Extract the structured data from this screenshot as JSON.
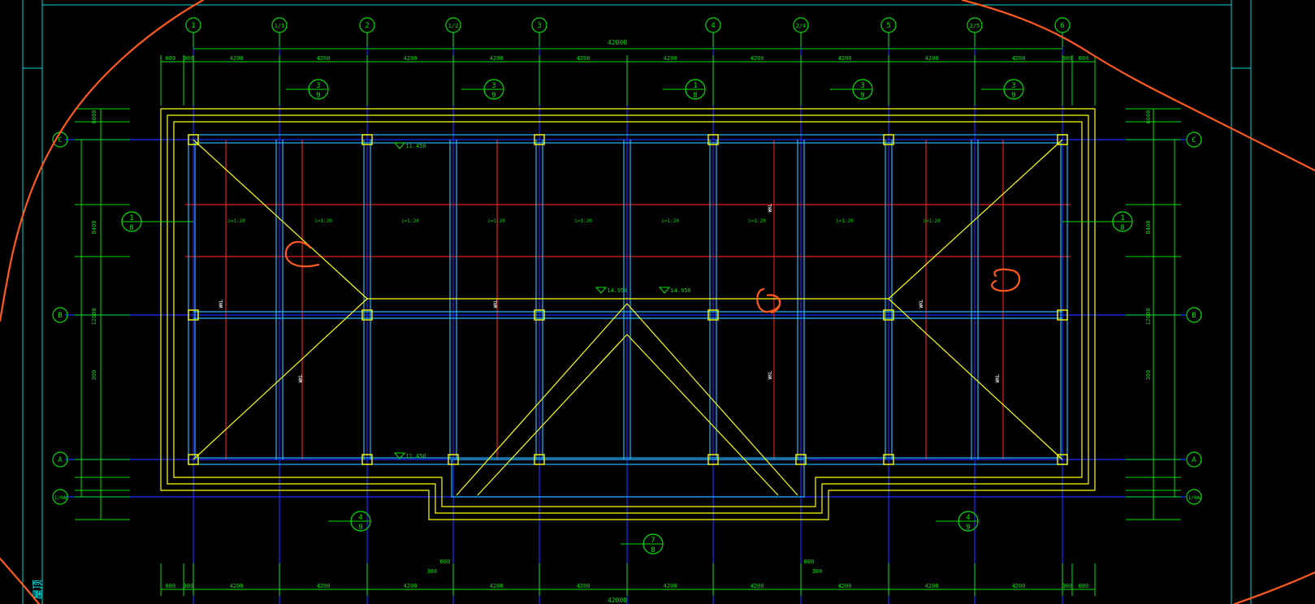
{
  "drawing": {
    "title": "屋顶",
    "overall_dim": "42000",
    "colors": {
      "background": "#000000",
      "grid_line": "#1a2cff",
      "dimension": "#00e000",
      "roof_outline": "#ffff00",
      "beam_cyan": "#22b6ff",
      "beam_red": "#e31e1e",
      "frame_cyan": "#00d6d6",
      "markup_orange": "#ff5a1f"
    },
    "vertical_axes": [
      {
        "id": "ax1",
        "label": "1"
      },
      {
        "id": "ax11",
        "label": "1/1"
      },
      {
        "id": "ax2",
        "label": "2"
      },
      {
        "id": "ax12",
        "label": "1/2"
      },
      {
        "id": "ax3",
        "label": "3"
      },
      {
        "id": "ax4",
        "label": "4"
      },
      {
        "id": "ax24",
        "label": "2/4"
      },
      {
        "id": "ax5",
        "label": "5"
      },
      {
        "id": "ax25",
        "label": "2/5"
      },
      {
        "id": "ax6",
        "label": "6"
      }
    ],
    "horizontal_axes": [
      {
        "id": "axC",
        "label": "C"
      },
      {
        "id": "axB",
        "label": "B"
      },
      {
        "id": "axA",
        "label": "A"
      },
      {
        "id": "ax0A",
        "label": "1/0A"
      }
    ],
    "dims_top": [
      "600",
      "300",
      "4200",
      "4200",
      "4200",
      "4200",
      "4200",
      "4200",
      "4200",
      "4200",
      "4200",
      "4200",
      "300",
      "600"
    ],
    "dims_bottom": [
      "600",
      "300",
      "4200",
      "4200",
      "4200",
      "4200",
      "4200",
      "4200",
      "4200",
      "4200",
      "4200",
      "4200",
      "300",
      "600"
    ],
    "dims_small": [
      "600",
      "600",
      "300",
      "300"
    ],
    "side_dims_left": [
      "6000",
      "8400",
      "12600",
      "300"
    ],
    "side_dims_right": [
      "6000",
      "8400",
      "12600",
      "300"
    ],
    "elevations": [
      "11.450",
      "11.450",
      "14.950",
      "14.950"
    ],
    "detail_callouts": [
      {
        "top": "3",
        "bottom": "9"
      },
      {
        "top": "3",
        "bottom": "9"
      },
      {
        "top": "1",
        "bottom": "8"
      },
      {
        "top": "3",
        "bottom": "9"
      },
      {
        "top": "3",
        "bottom": "9"
      },
      {
        "top": "1",
        "bottom": "8"
      },
      {
        "top": "1",
        "bottom": "8"
      },
      {
        "top": "4",
        "bottom": "9"
      },
      {
        "top": "4",
        "bottom": "9"
      },
      {
        "top": "7",
        "bottom": "8"
      }
    ],
    "slope_labels": [
      "i=1:20",
      "i=1:20",
      "i=1:20",
      "i=1:20",
      "i=1:20",
      "i=1:20",
      "i=1:20",
      "i=1:20",
      "i=1:20"
    ],
    "beam_tags": [
      "WKL",
      "WKL",
      "WKL",
      "WKL",
      "WKL",
      "WKL",
      "WKL"
    ]
  }
}
